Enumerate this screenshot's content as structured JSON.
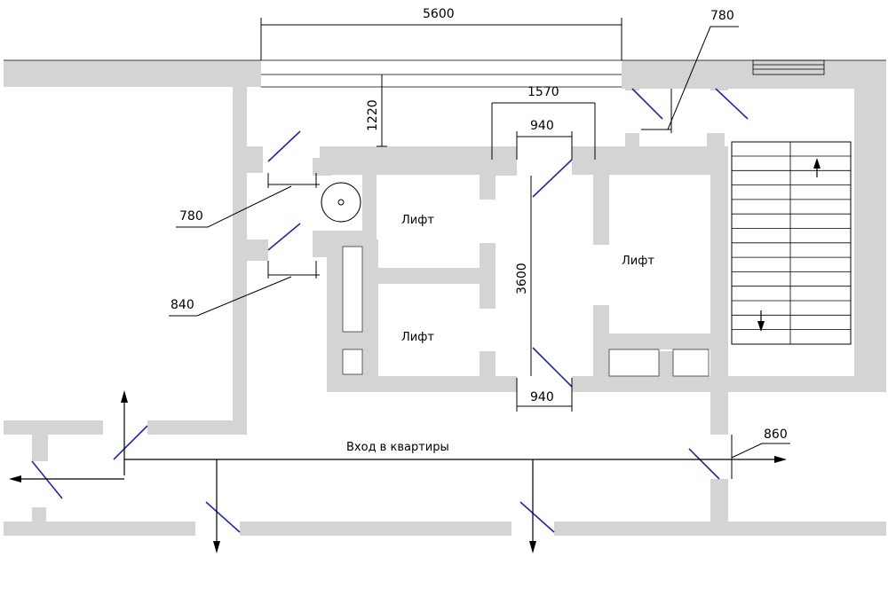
{
  "dimensions": {
    "top_width": "5600",
    "corridor_depth": "1220",
    "door_right_top": "780",
    "door_left_top": "780",
    "door_left_bottom": "840",
    "lift_hall_width": "1570",
    "opening_top": "940",
    "opening_bottom": "940",
    "lift_hall_length": "3600",
    "entrance_door": "860"
  },
  "labels": {
    "lift_1": "Лифт",
    "lift_2": "Лифт",
    "lift_3": "Лифт",
    "apartments_entry": "Вход в квартиры"
  },
  "colors": {
    "wall": "#d4d4d4",
    "door_leaf": "#1f2a9c",
    "lines": "#000000"
  }
}
